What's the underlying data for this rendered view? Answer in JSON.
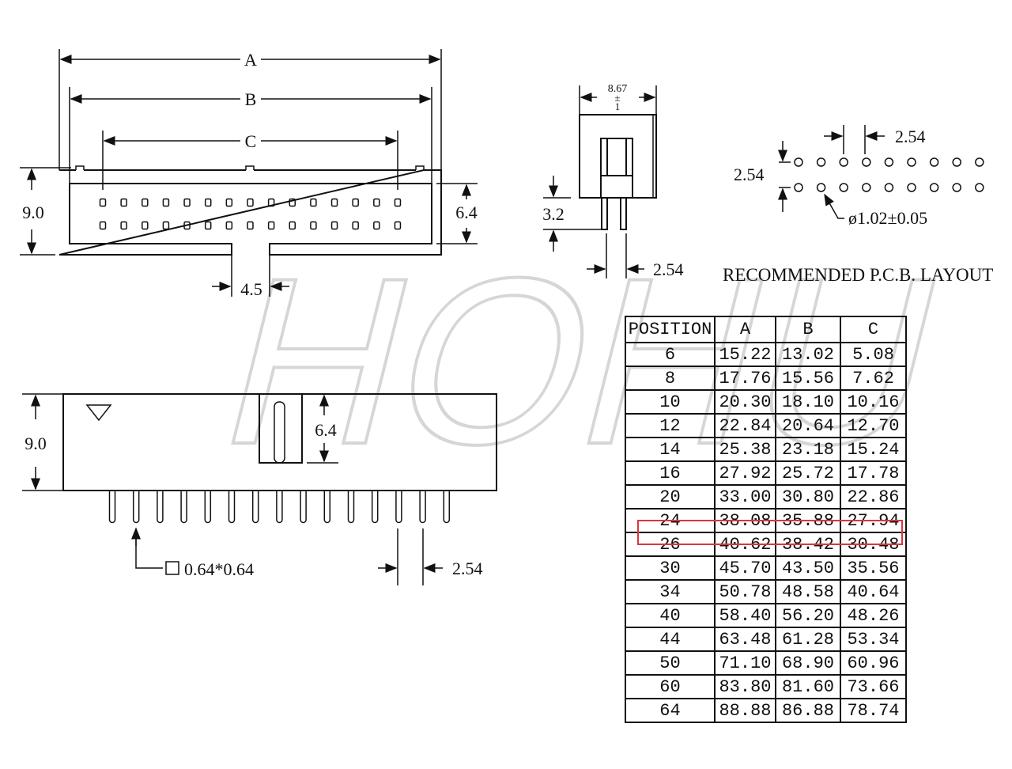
{
  "watermark": "HOHU",
  "top_view": {
    "dim_a": "A",
    "dim_b": "B",
    "dim_c": "C",
    "height": "9.0",
    "inner_height": "6.4",
    "key_width": "4.5"
  },
  "side_view": {
    "width_value": "8.67",
    "width_tol_sign": "±",
    "width_tol": "1",
    "pin_length": "3.2",
    "pitch": "2.54"
  },
  "pcb_layout": {
    "pitch_x": "2.54",
    "pitch_y": "2.54",
    "hole": "ø1.02±0.05",
    "title": "RECOMMENDED P.C.B. LAYOUT"
  },
  "front_view": {
    "height": "9.0",
    "key_height": "6.4",
    "pin_size": "0.64*0.64",
    "pitch": "2.54"
  },
  "table": {
    "headers": [
      "POSITION",
      "A",
      "B",
      "C"
    ],
    "highlight_color": "#d9363e",
    "highlighted_position": "24",
    "rows": [
      [
        "6",
        "15.22",
        "13.02",
        "5.08"
      ],
      [
        "8",
        "17.76",
        "15.56",
        "7.62"
      ],
      [
        "10",
        "20.30",
        "18.10",
        "10.16"
      ],
      [
        "12",
        "22.84",
        "20.64",
        "12.70"
      ],
      [
        "14",
        "25.38",
        "23.18",
        "15.24"
      ],
      [
        "16",
        "27.92",
        "25.72",
        "17.78"
      ],
      [
        "20",
        "33.00",
        "30.80",
        "22.86"
      ],
      [
        "24",
        "38.08",
        "35.88",
        "27.94"
      ],
      [
        "26",
        "40.62",
        "38.42",
        "30.48"
      ],
      [
        "30",
        "45.70",
        "43.50",
        "35.56"
      ],
      [
        "34",
        "50.78",
        "48.58",
        "40.64"
      ],
      [
        "40",
        "58.40",
        "56.20",
        "48.26"
      ],
      [
        "44",
        "63.48",
        "61.28",
        "53.34"
      ],
      [
        "50",
        "71.10",
        "68.90",
        "60.96"
      ],
      [
        "60",
        "83.80",
        "81.60",
        "73.66"
      ],
      [
        "64",
        "88.88",
        "86.88",
        "78.74"
      ]
    ]
  }
}
